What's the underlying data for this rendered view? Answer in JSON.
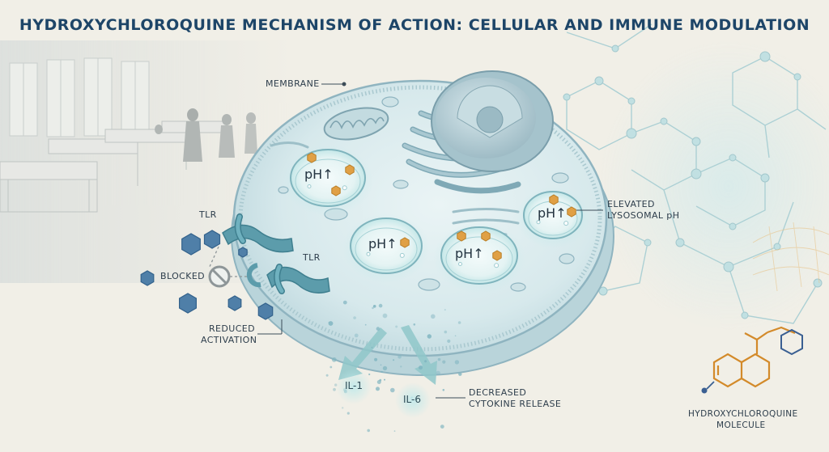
{
  "title": "HYDROXYCHLOROQUINE MECHANISM OF ACTION: CELLULAR AND IMMUNE MODULATION",
  "labels": {
    "membrane": "MEMBRANE",
    "tlr_top": "TLR",
    "tlr_bottom": "TLR",
    "blocked": "BLOCKED",
    "reduced_line1": "REDUCED",
    "reduced_line2": "ACTIVATION",
    "elevated_line1": "ELEVATED",
    "elevated_line2": "LYSOSOMAL pH",
    "decreased_line1": "DECREASED",
    "decreased_line2": "CYTOKINE RELEASE",
    "molecule_line1": "HYDROXYCHLOROQUINE",
    "molecule_line2": "MOLECULE"
  },
  "lysosomes": {
    "ph_label": "pH↑"
  },
  "cytokines": {
    "il1": "IL-1",
    "il6": "IL-6"
  },
  "colors": {
    "cell_fill": "#dcecef",
    "membrane": "#8fb4c0",
    "lysosome_glow": "#c7ecee",
    "drug_particle": "#e0a045",
    "receptor": "#5c9cab",
    "ligand": "#4f7fa8",
    "title": "#1d4568",
    "molecule": "#d38a2a",
    "molecule_ring": "#3a5f92"
  },
  "icons": [
    "blocked-icon",
    "up-arrow-icon",
    "hexagon-ligand-icon"
  ]
}
